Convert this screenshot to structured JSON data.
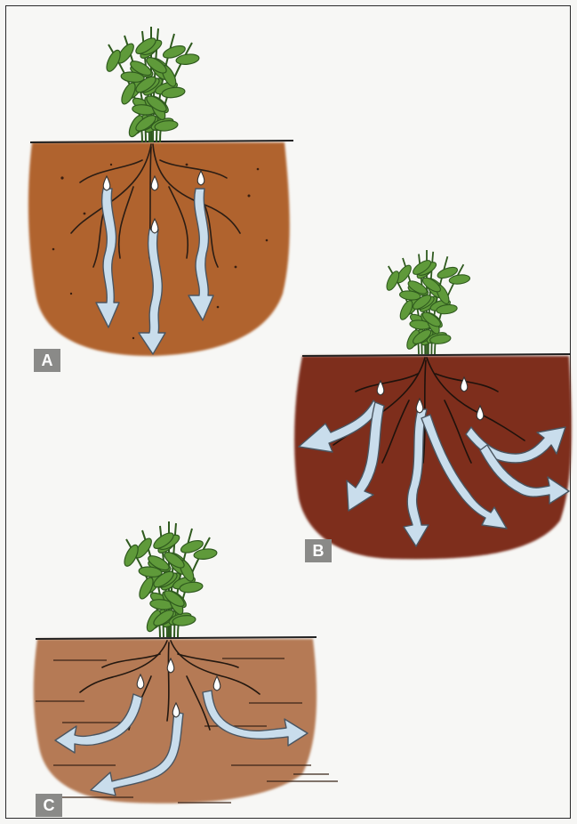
{
  "panels": [
    {
      "id": "a",
      "label": "A",
      "soil": "sandy",
      "soil_color": "#b0632f",
      "arrow_pattern": "downward"
    },
    {
      "id": "b",
      "label": "B",
      "soil": "clay",
      "soil_color": "#7e2e1f",
      "arrow_pattern": "lateral"
    },
    {
      "id": "c",
      "label": "C",
      "soil": "loam",
      "soil_color": "#b57a55",
      "arrow_pattern": "lateral-shallow"
    }
  ],
  "colors": {
    "leaf": "#5f9a3a",
    "leaf_dark": "#2f5a1e",
    "arrow_fill": "#c9ddec",
    "root": "#2b1d14",
    "label_bg": "#8a8a88"
  }
}
